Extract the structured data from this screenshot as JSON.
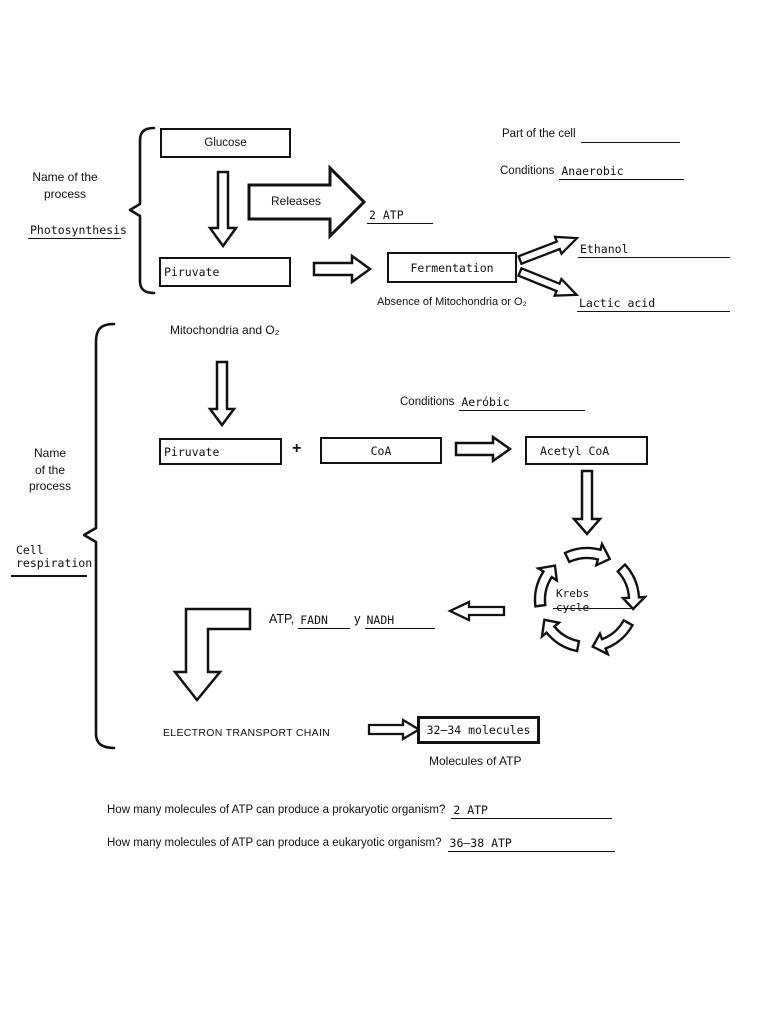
{
  "top_right": {
    "part_of_cell_label": "Part of the cell",
    "conditions_label": "Conditions",
    "conditions_answer": "Anaerobic"
  },
  "glycolysis": {
    "name_label_line1": "Name of the",
    "name_label_line2": "process",
    "process_answer": "Photosynthesis",
    "glucose": "Glucose",
    "releases_label": "Releases",
    "atp_answer": "2 ATP",
    "piruvate": "Piruvate",
    "fermentation": "Fermentation",
    "absence_note": "Absence of Mitochondria or O₂",
    "ethanol_answer": "Ethanol",
    "lactic_answer": "Lactic acid"
  },
  "respiration": {
    "mitochondria_label": "Mitochondria and O₂",
    "conditions_label": "Conditions",
    "conditions_answer": "Aeróbic",
    "name_label_line1": "Name",
    "name_label_line2": "of the",
    "name_label_line3": "process",
    "process_answer_line1": "Cell",
    "process_answer_line2": "respiration",
    "piruvate": "Piruvate",
    "plus_sign": "+",
    "coa": "CoA",
    "acetyl_coa": "Acetyl CoA",
    "krebs_line1": "Krebs",
    "krebs_line2": "cycle",
    "atp_label": "ATP,",
    "fadn_answer": "FADN",
    "conjunction": "y",
    "nadh_answer": "NADH",
    "etc_label": "ELECTRON TRANSPORT CHAIN",
    "molecules_value": "32–34 molecules",
    "molecules_label": "Molecules of ATP"
  },
  "questions": {
    "q1_text": "How many molecules of ATP can produce a prokaryotic organism?",
    "q1_answer": "2 ATP",
    "q2_text": "How many molecules of ATP can produce a eukaryotic organism?",
    "q2_answer": "36–38 ATP"
  }
}
